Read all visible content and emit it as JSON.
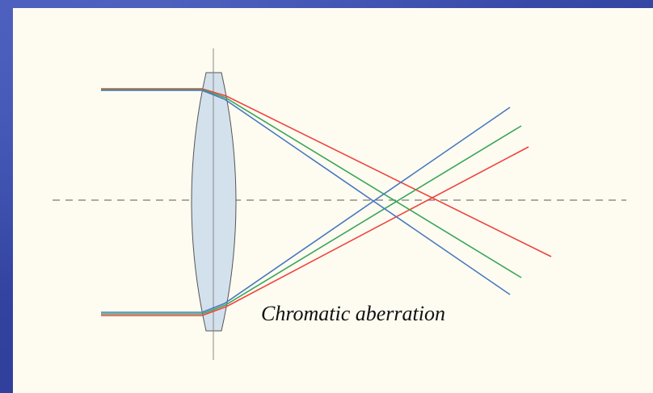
{
  "caption": "Chromatic aberration",
  "colors": {
    "background": "#3a4aa6",
    "panel": "#fefcf1",
    "lens_fill": "#d3e1ec",
    "lens_stroke": "#555555",
    "axis": "#777777",
    "ray_red": "#f0413c",
    "ray_green": "#3aa55a",
    "ray_blue": "#4a78c0"
  },
  "rays": [
    {
      "color_key": "ray_red",
      "name": "red"
    },
    {
      "color_key": "ray_green",
      "name": "green"
    },
    {
      "color_key": "ray_blue",
      "name": "blue"
    }
  ]
}
